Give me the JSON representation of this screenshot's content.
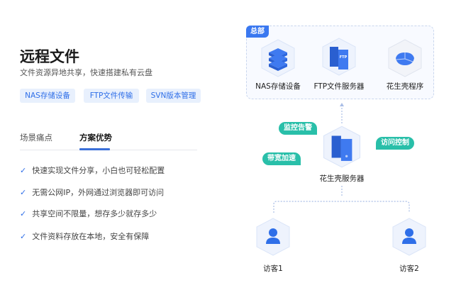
{
  "header": {
    "title": "远程文件",
    "subtitle": "文件资源异地共享，快速搭建私有云盘"
  },
  "tags": [
    "NAS存储设备",
    "FTP文件传输",
    "SVN版本管理"
  ],
  "tabs": [
    {
      "label": "场景痛点",
      "active": false
    },
    {
      "label": "方案优势",
      "active": true
    }
  ],
  "advantages": [
    "快速实现文件分享，小白也可轻松配置",
    "无需公网IP，外网通过浏览器即可访问",
    "共享空间不限量，想存多少就存多少",
    "文件资料存放在本地，安全有保障"
  ],
  "diagram": {
    "hq_label": "总部",
    "hq_nodes": [
      "NAS存储设备",
      "FTP文件服务器",
      "花生壳程序"
    ],
    "ftp_icon_text": "FTP",
    "server_label": "花生壳服务器",
    "features": [
      "监控告警",
      "带宽加速",
      "访问控制"
    ],
    "visitors": [
      "访客1",
      "访客2"
    ]
  },
  "colors": {
    "accent": "#2f6fe8",
    "teal": "#29bfa9"
  }
}
